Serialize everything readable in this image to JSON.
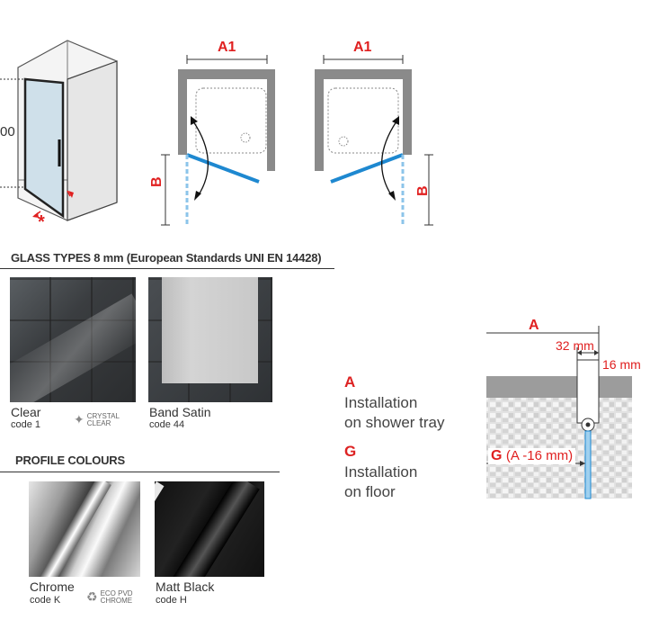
{
  "diagram": {
    "height_label": "00",
    "asterisk": "*",
    "plan_left": {
      "width_label": "A1",
      "height_label": "B"
    },
    "plan_right": {
      "width_label": "A1",
      "height_label": "B"
    }
  },
  "glass_types": {
    "title": "GLASS TYPES  8 mm (European Standards UNI EN 14428)",
    "items": [
      {
        "name": "Clear",
        "code": "code 1",
        "badge_line1": "CRYSTAL",
        "badge_line2": "CLEAR"
      },
      {
        "name": "Band Satin",
        "code": "code 44"
      }
    ]
  },
  "profile_colours": {
    "title": "PROFILE COLOURS",
    "items": [
      {
        "name": "Chrome",
        "code": "code K",
        "badge_line1": "ECO PVD",
        "badge_line2": "CHROME"
      },
      {
        "name": "Matt Black",
        "code": "code H"
      }
    ]
  },
  "installation": {
    "a_letter": "A",
    "a_text_1": "Installation",
    "a_text_2": "on shower tray",
    "g_letter": "G",
    "g_text_1": "Installation",
    "g_text_2": "on floor",
    "detail": {
      "a_label": "A",
      "dim_32": "32 mm",
      "dim_16": "16 mm",
      "g_label": "G",
      "g_formula": "(A -16 mm)"
    }
  }
}
